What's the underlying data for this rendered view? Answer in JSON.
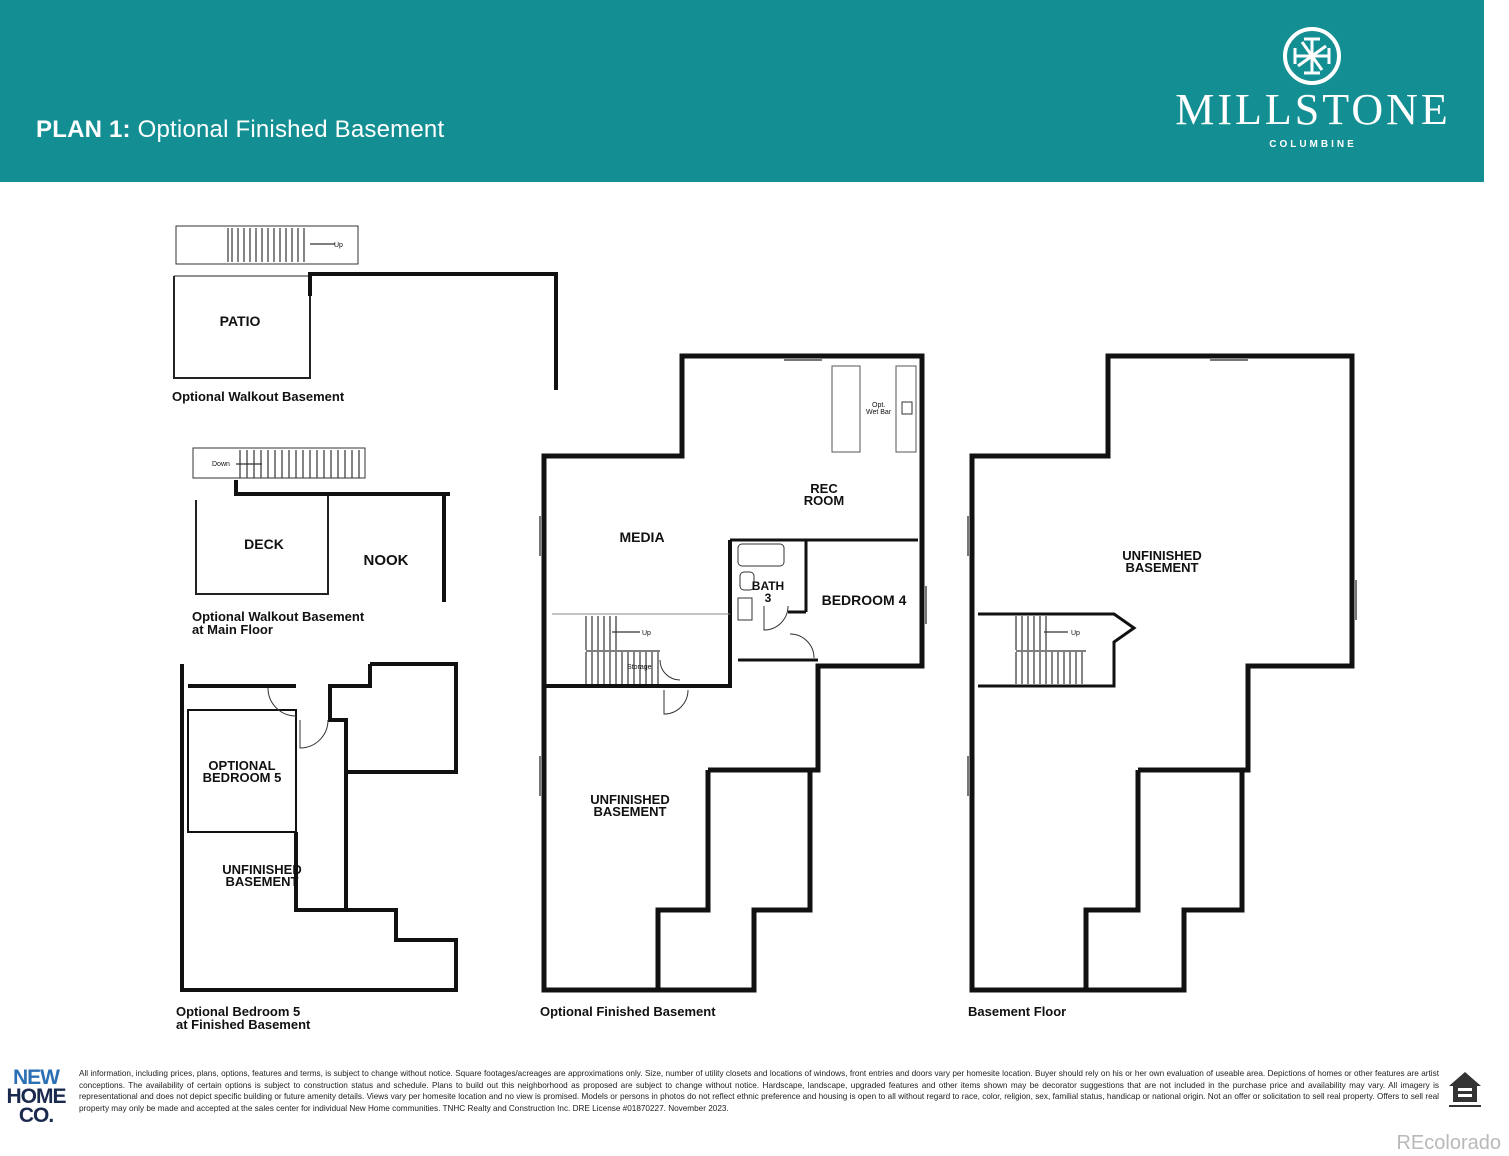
{
  "header": {
    "plan_number": "PLAN 1:",
    "plan_name": "Optional Finished Basement",
    "brand": "MILLSTONE",
    "brand_sub": "COLUMBINE",
    "banner_color": "#138f94"
  },
  "plans": {
    "walkout": {
      "caption": "Optional Walkout Basement",
      "patio": "PATIO",
      "up": "Up"
    },
    "walkout_main": {
      "caption_line1": "Optional Walkout Basement",
      "caption_line2": "at Main Floor",
      "deck": "DECK",
      "nook": "NOOK",
      "down": "Down"
    },
    "bedroom5": {
      "caption_line1": "Optional Bedroom 5",
      "caption_line2": "at Finished Basement",
      "optional_line1": "OPTIONAL",
      "optional_line2": "BEDROOM 5",
      "unfinished_line1": "UNFINISHED",
      "unfinished_line2": "BASEMENT"
    },
    "finished": {
      "caption": "Optional Finished Basement",
      "rec_line1": "REC",
      "rec_line2": "ROOM",
      "media": "MEDIA",
      "bath_line1": "BATH",
      "bath_line2": "3",
      "bedroom4": "BEDROOM 4",
      "unfinished_line1": "UNFINISHED",
      "unfinished_line2": "BASEMENT",
      "up": "Up",
      "storage": "Storage",
      "wet_bar_line1": "Opt.",
      "wet_bar_line2": "Wet Bar"
    },
    "basement": {
      "caption": "Basement Floor",
      "unfinished_line1": "UNFINISHED",
      "unfinished_line2": "BASEMENT",
      "up": "Up"
    }
  },
  "footer": {
    "builder_line1": "NEW",
    "builder_line2": "HOME",
    "builder_line3": "CO.",
    "disclaimer": "All information, including prices, plans, options, features and terms, is subject to change without notice. Square footages/acreages are approximations only. Size, number of utility closets and locations of windows, front entries and doors vary per homesite location. Buyer should rely on his or her own evaluation of useable area. Depictions of homes or other features are artist conceptions. The availability of certain options is subject to construction status and schedule. Plans to build out this neighborhood as proposed are subject to change without notice. Hardscape, landscape, upgraded features and other items shown may be decorator suggestions that are not included in the purchase price and availability may vary. All imagery is representational and does not depict specific building or future amenity details. Views vary per homesite location and no view is promised. Models or persons in photos do not reflect ethnic preference and housing is open to all without regard to race, color, religion, sex, familial status, handicap or national origin. Not an offer or solicitation to sell real property. Offers to sell real property may only be made and accepted at the sales center for individual New Home communities. TNHC Realty and Construction Inc. DRE License #01870227. November 2023.",
    "watermark": "REcolorado"
  }
}
